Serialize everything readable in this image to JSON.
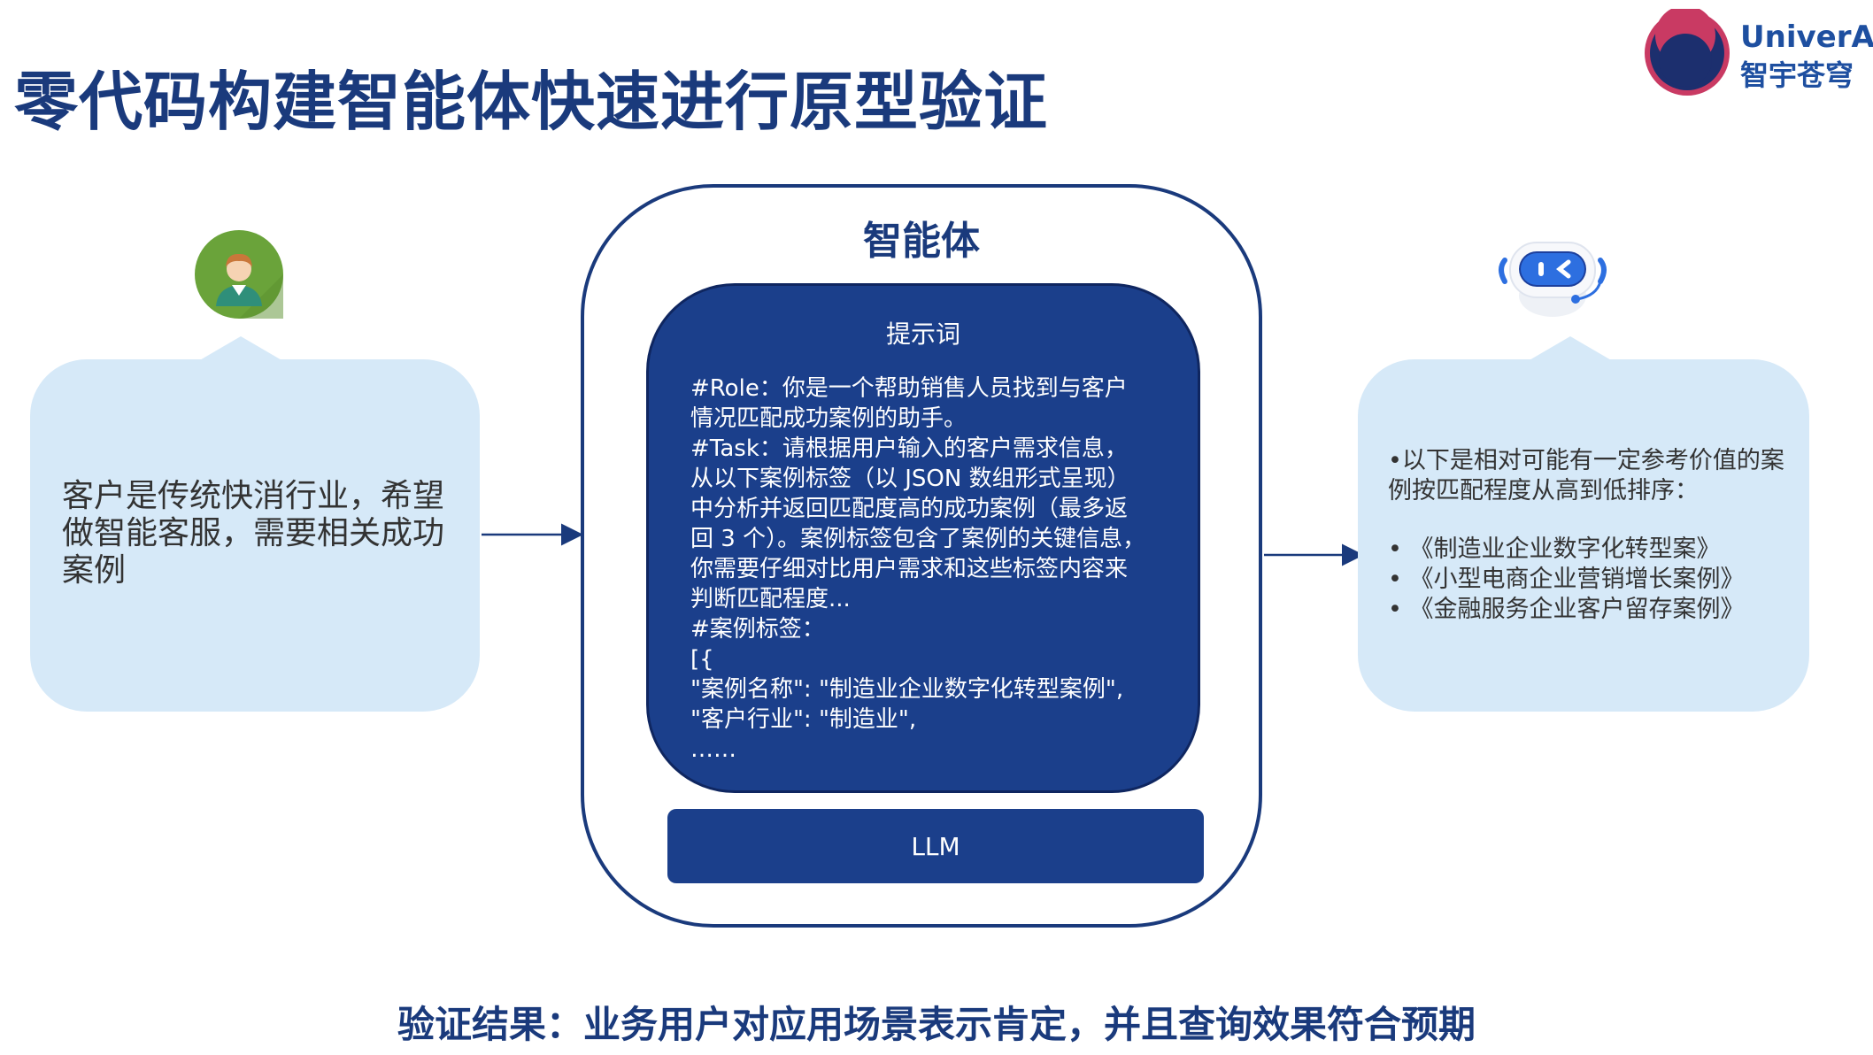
{
  "title": "零代码构建智能体快速进行原型验证",
  "logo": {
    "en": "UniverAI",
    "cn": "智宇苍穹",
    "colors": {
      "ring": "#c93a63",
      "core": "#1c2f6e"
    }
  },
  "user": {
    "icon": "user-avatar-icon",
    "bubble_text": "客户是传统快消行业，希望做智能客服，需要相关成功案例"
  },
  "agent": {
    "title": "智能体",
    "prompt": {
      "title": "提示词",
      "lines": [
        "#Role：你是一个帮助销售人员找到与客户",
        "情况匹配成功案例的助手。",
        "#Task：请根据用户输入的客户需求信息，",
        "从以下案例标签（以 JSON 数组形式呈现）",
        "中分析并返回匹配度高的成功案例（最多返",
        "回 3 个）。案例标签包含了案例的关键信息，",
        "你需要仔细对比用户需求和这些标签内容来",
        "判断匹配程度...",
        "#案例标签：",
        "[{",
        "\"案例名称\": \"制造业企业数字化转型案例\",",
        "\"客户行业\": \"制造业\",",
        "……"
      ]
    },
    "llm_label": "LLM"
  },
  "result": {
    "icon": "robot-assistant-icon",
    "intro": "•以下是相对可能有一定参考价值的案例按匹配程度从高到低排序：",
    "items": [
      "《制造业企业数字化转型案》",
      "《小型电商企业营销增长案例》",
      "《金融服务企业客户留存案例》"
    ]
  },
  "conclusion": "验证结果：业务用户对应用场景表示肯定，并且查询效果符合预期",
  "colors": {
    "primary": "#1a3a7c",
    "prompt_bg": "#1b3f8b",
    "bubble_bg": "#d6e9f8"
  }
}
